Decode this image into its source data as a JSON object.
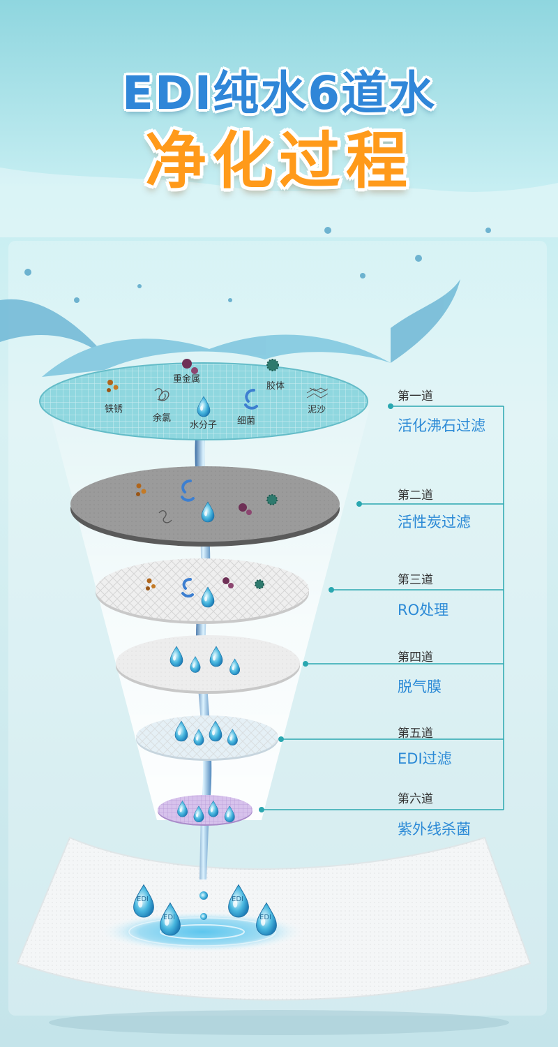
{
  "title": {
    "line1": "EDI纯水6道水",
    "line2": "净化过程"
  },
  "colors": {
    "title_blue": "#2f86d8",
    "title_orange": "#ff9a1a",
    "accent": "#2aa7b0",
    "step_name": "#2c8ad6"
  },
  "steps": [
    {
      "no": "第一道",
      "name": "活化沸石过滤"
    },
    {
      "no": "第二道",
      "name": "活性炭过滤"
    },
    {
      "no": "第三道",
      "name": "RO处理"
    },
    {
      "no": "第四道",
      "name": "脱气膜"
    },
    {
      "no": "第五道",
      "name": "EDI过滤"
    },
    {
      "no": "第六道",
      "name": "紫外线杀菌"
    }
  ],
  "impurities": {
    "rust": "铁锈",
    "heavy_metal": "重金属",
    "chlorine": "余氯",
    "water_molecule": "水分子",
    "bacteria": "细菌",
    "colloid": "胶体",
    "silt": "泥沙"
  },
  "drop_label": "EDI"
}
